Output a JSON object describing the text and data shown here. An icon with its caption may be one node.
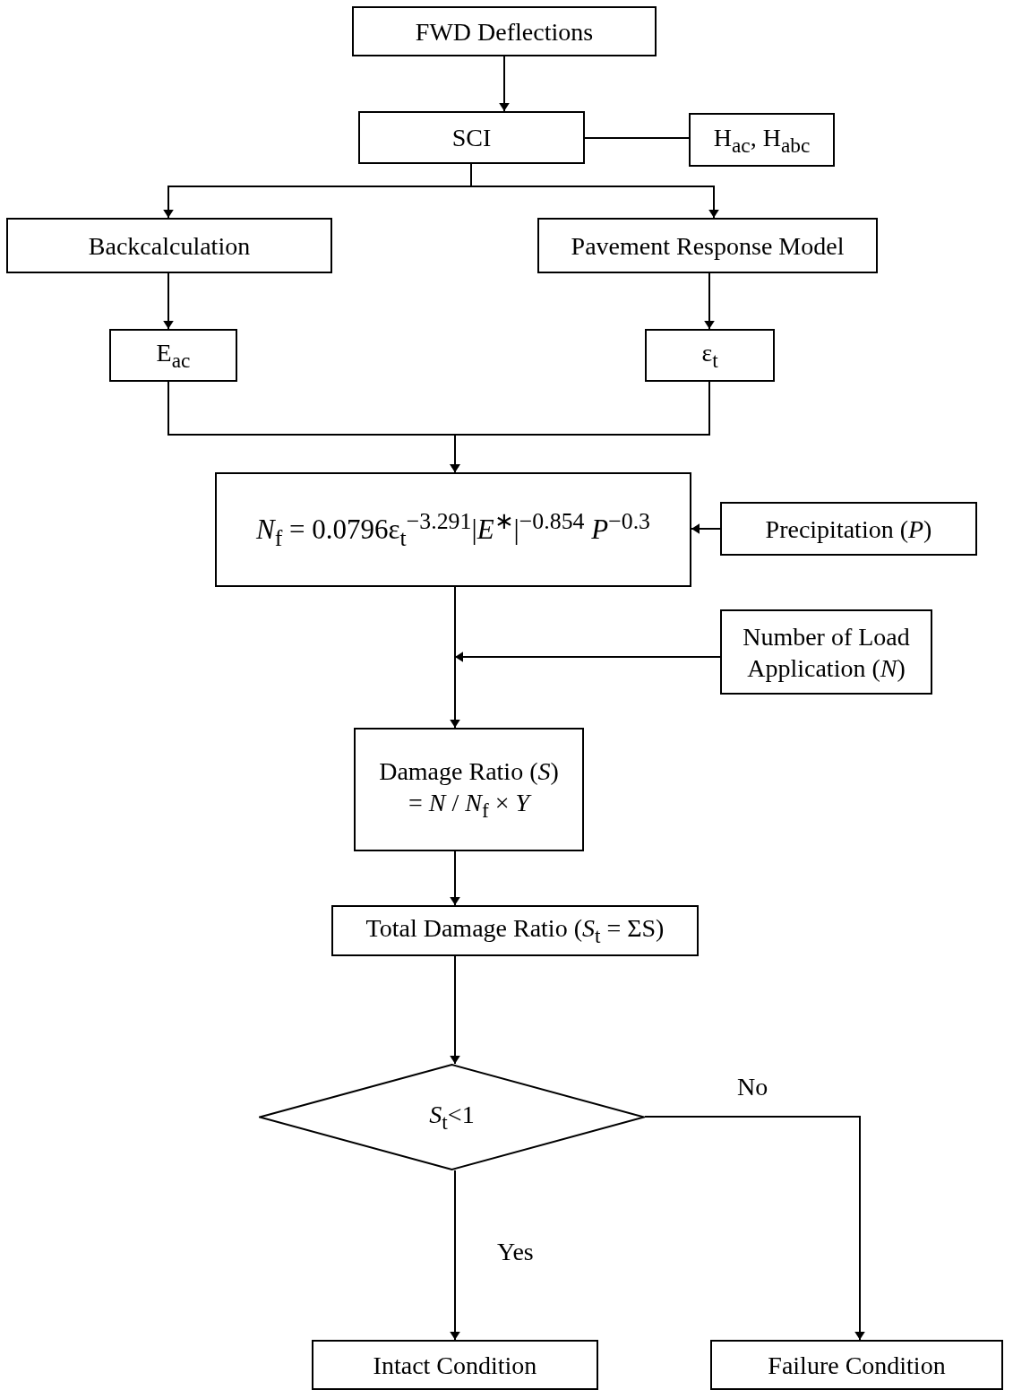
{
  "diagram": {
    "nodes": [
      {
        "text": [
          "FWD Deflections"
        ]
      },
      {
        "text": [
          "SCI"
        ]
      },
      {
        "text": [
          "H$_{ac}$, H$_{abc}$"
        ]
      },
      {
        "text": [
          "Backcalculation"
        ]
      },
      {
        "text": [
          "Pavement Response Model"
        ]
      },
      {
        "text": [
          "E$_{ac}$"
        ]
      },
      {
        "text": [
          "ε$_{t}$"
        ]
      },
      {
        "text": [
          "*N*$_{f}$ = 0.0796ε$_{t}$$^{−3.291}$|*E*$^{∗}$|$^{−0.854}$ *P*$^{−0.3}$"
        ]
      },
      {
        "text": [
          "Precipitation (*P*)"
        ]
      },
      {
        "text": [
          "Number of Load Application (*N*)"
        ]
      },
      {
        "text": [
          "Damage Ratio (*S*)",
          "= *N* / *N*$_{f}$ × *Y*"
        ]
      },
      {
        "text": [
          "Total Damage Ratio (*S*$_{t}$ = ΣS)"
        ]
      },
      {
        "text": [
          "*S*$_{t}$<1"
        ]
      },
      {
        "text": [
          "Intact Condition"
        ]
      },
      {
        "text": [
          "Failure Condition"
        ]
      }
    ],
    "edges": [
      {
        "from": 0,
        "to": 1,
        "arrow": "to"
      },
      {
        "from": 1,
        "to": 2,
        "arrow": "none"
      },
      {
        "from": 1,
        "to": 3,
        "arrow": "to"
      },
      {
        "from": 1,
        "to": 4,
        "arrow": "to"
      },
      {
        "from": 3,
        "to": 5,
        "arrow": "to"
      },
      {
        "from": 4,
        "to": 6,
        "arrow": "to"
      },
      {
        "from": 5,
        "to": 7,
        "arrow": "to"
      },
      {
        "from": 6,
        "to": 7,
        "arrow": "to"
      },
      {
        "from": 8,
        "to": 7,
        "arrow": "to"
      },
      {
        "from": 9,
        "to": null,
        "arrow": "to"
      },
      {
        "from": 7,
        "to": 10,
        "arrow": "to"
      },
      {
        "from": 10,
        "to": 11,
        "arrow": "to"
      },
      {
        "from": 11,
        "to": 12,
        "arrow": "to"
      },
      {
        "from": 12,
        "to": 13,
        "arrow": "to",
        "label": "Yes"
      },
      {
        "from": 12,
        "to": 14,
        "arrow": "to",
        "label": "No"
      }
    ]
  }
}
